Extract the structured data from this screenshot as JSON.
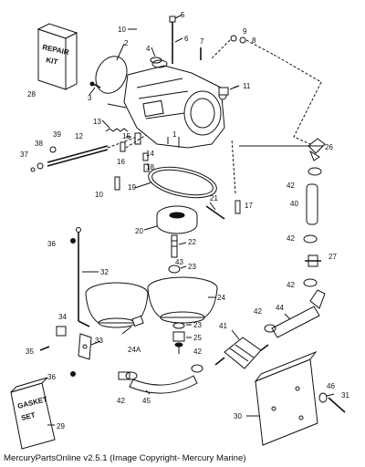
{
  "callouts": [
    "1",
    "2",
    "3",
    "4",
    "5",
    "6",
    "7",
    "8",
    "9",
    "10",
    "10",
    "11",
    "12",
    "13",
    "14",
    "15",
    "16",
    "17",
    "18",
    "19",
    "20",
    "21",
    "22",
    "23",
    "23",
    "24",
    "24A",
    "25",
    "26",
    "27",
    "28",
    "29",
    "30",
    "31",
    "32",
    "33",
    "34",
    "35",
    "36",
    "36",
    "37",
    "38",
    "39",
    "40",
    "41",
    "42",
    "42",
    "42",
    "42",
    "42",
    "42",
    "43",
    "44",
    "45",
    "46"
  ],
  "repair_kit_label": [
    "REPAIR",
    "KIT"
  ],
  "gasket_set_label": [
    "GASKET",
    "SET"
  ],
  "footer": "MercuryPartsOnline v2.5.1 (Image Copyright- Mercury Marine)"
}
